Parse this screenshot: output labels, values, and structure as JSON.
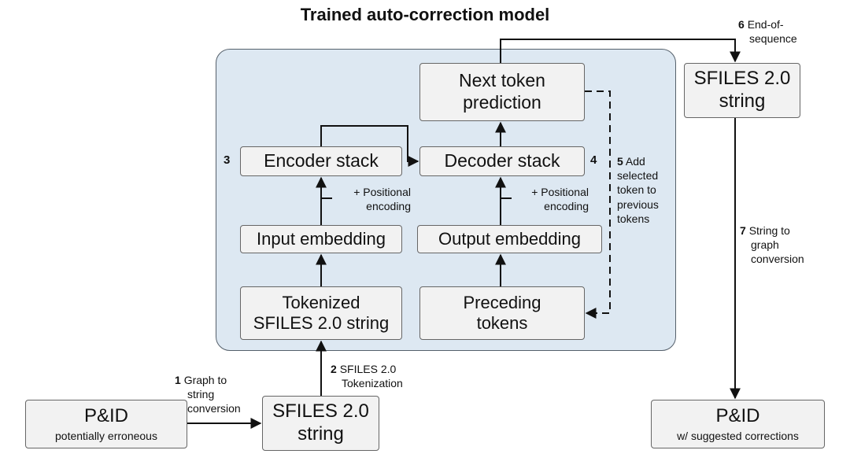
{
  "title": "Trained auto-correction model",
  "boxes": {
    "next_token": {
      "line1": "Next token",
      "line2": "prediction"
    },
    "encoder": "Encoder stack",
    "decoder": "Decoder stack",
    "input_embedding": "Input embedding",
    "output_embedding": "Output embedding",
    "tokenized": {
      "line1": "Tokenized",
      "line2": "SFILES 2.0 string"
    },
    "preceding": {
      "line1": "Preceding",
      "line2": "tokens"
    },
    "sfiles_top": {
      "line1": "SFILES 2.0",
      "line2": "string"
    },
    "sfiles_bottom": {
      "line1": "SFILES 2.0",
      "line2": "string"
    },
    "pid_left": {
      "main": "P&ID",
      "sub": "potentially erroneous"
    },
    "pid_right": {
      "main": "P&ID",
      "sub": "w/ suggested corrections"
    }
  },
  "positional": {
    "line1": "+ Positional",
    "line2": "encoding"
  },
  "steps": {
    "s1": {
      "num": "1",
      "l1": "Graph to",
      "l2": "string",
      "l3": "conversion"
    },
    "s2": {
      "num": "2",
      "l1": "SFILES 2.0",
      "l2": "Tokenization"
    },
    "s3": {
      "num": "3"
    },
    "s4": {
      "num": "4"
    },
    "s5": {
      "num": "5",
      "l1": "Add",
      "l2": "selected",
      "l3": "token to",
      "l4": "previous",
      "l5": "tokens"
    },
    "s6": {
      "num": "6",
      "l1": "End-of-",
      "l2": "sequence"
    },
    "s7": {
      "num": "7",
      "l1": "String to",
      "l2": "graph",
      "l3": "conversion"
    }
  }
}
